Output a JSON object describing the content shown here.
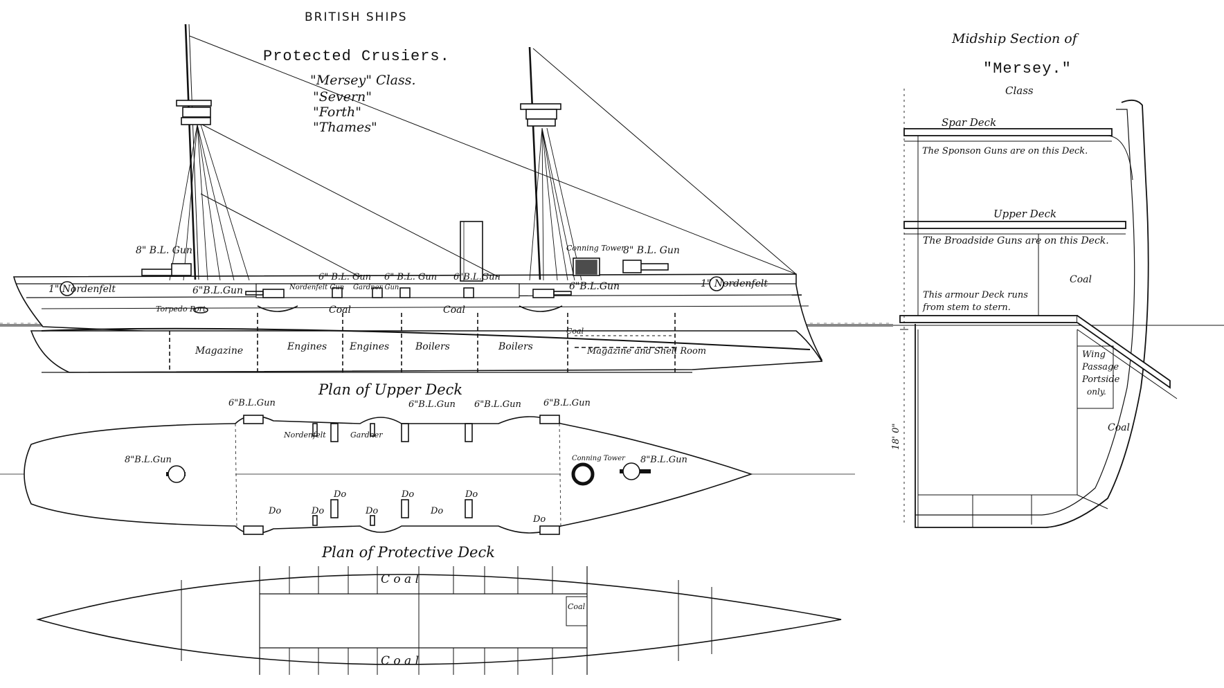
{
  "header": {
    "title": "BRITISH SHIPS",
    "subtitle": "Protected Crusiers.",
    "class_names": [
      "\"Mersey\" Class.",
      "\"Severn\"",
      "\"Forth\"",
      "\"Thames\""
    ]
  },
  "elevation": {
    "guns": {
      "fwd_8in": "8\" B.L. Gun.",
      "aft_8in": "8\" B.L. Gun",
      "fwd_6in": "6\"B.L.Gun",
      "mid_6in_a": "6\" B.L. Gun",
      "mid_6in_b": "6\" B.L. Gun",
      "mid_6in_c": "6\"B.L.Gun",
      "aft_6in": "6\"B.L.Gun",
      "nordenfelt_gun": "Nordenfelt Gun",
      "gardner_gun": "Gardner Gun"
    },
    "nordenfelt_fwd": "1\" Nordenfelt",
    "nordenfelt_aft": "1\" Nordenfelt",
    "conning_tower": "Conning Tower",
    "torpedo_port": "Torpedo Port",
    "coal_labels": [
      "Coal",
      "Coal",
      "Coal"
    ],
    "compartments": [
      "Magazine",
      "Engines",
      "Engines",
      "Boilers",
      "Boilers",
      "Magazine and Shell Room"
    ]
  },
  "upper_deck_plan": {
    "title": "Plan of Upper Deck",
    "guns": [
      "6\"B.L.Gun",
      "6\"B.L.Gun",
      "6\"B.L.Gun",
      "6\"B.L.Gun",
      "8\"B.L.Gun",
      "8\"B.L.Gun"
    ],
    "nordenfelt": "Nordenfelt",
    "gardner": "Gardner",
    "conning_tower": "Conning Tower",
    "ditto_marks": [
      "Do",
      "Do",
      "Do",
      "Do",
      "Do",
      "Do",
      "Do",
      "Do"
    ]
  },
  "protective_deck_plan": {
    "title": "Plan of Protective Deck",
    "coal_top": "C o a l",
    "coal_bottom": "C o a l",
    "coal_side": "Coal"
  },
  "midship_section": {
    "title": "Midship Section of",
    "ship_name": "\"Mersey.\"",
    "class_word": "Class",
    "spar_deck": "Spar Deck",
    "sponson_note": "The Sponson Guns are on this Deck.",
    "upper_deck": "Upper Deck",
    "broadside_note": "The Broadside Guns are on this Deck.",
    "coal_upper": "Coal",
    "armour_note_1": "This armour Deck runs",
    "armour_note_2": "from stem to stern.",
    "wing_passage": [
      "Wing",
      "Passage",
      "Portside",
      "only."
    ],
    "coal_lower": "Coal",
    "depth": "18' 0\""
  }
}
